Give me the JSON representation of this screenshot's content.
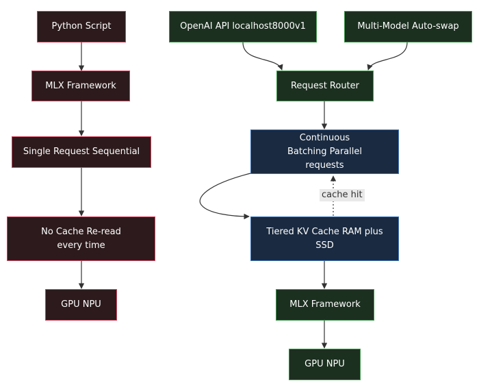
{
  "colors": {
    "legacy_fill": "#2c1a1c",
    "legacy_border": "#d0415a",
    "server_fill": "#1c3020",
    "server_border": "#3f9a4c",
    "core_fill": "#1a2a40",
    "core_border": "#3b73b8",
    "edge": "#333333"
  },
  "left_flow": {
    "python_script": "Python Script",
    "mlx_framework": "MLX Framework",
    "single_request": "Single Request Sequential",
    "no_cache": "No Cache Re-read every time",
    "gpu_npu": "GPU NPU"
  },
  "right_flow": {
    "openai_api": "OpenAI API localhost8000v1",
    "multi_model": "Multi-Model Auto-swap",
    "request_router": "Request Router",
    "continuous_batching": "Continuous Batching Parallel requests",
    "tiered_kv_cache": "Tiered KV Cache RAM plus SSD",
    "mlx_framework": "MLX Framework",
    "gpu_npu": "GPU NPU"
  },
  "edge_labels": {
    "cache_hit": "cache hit"
  }
}
